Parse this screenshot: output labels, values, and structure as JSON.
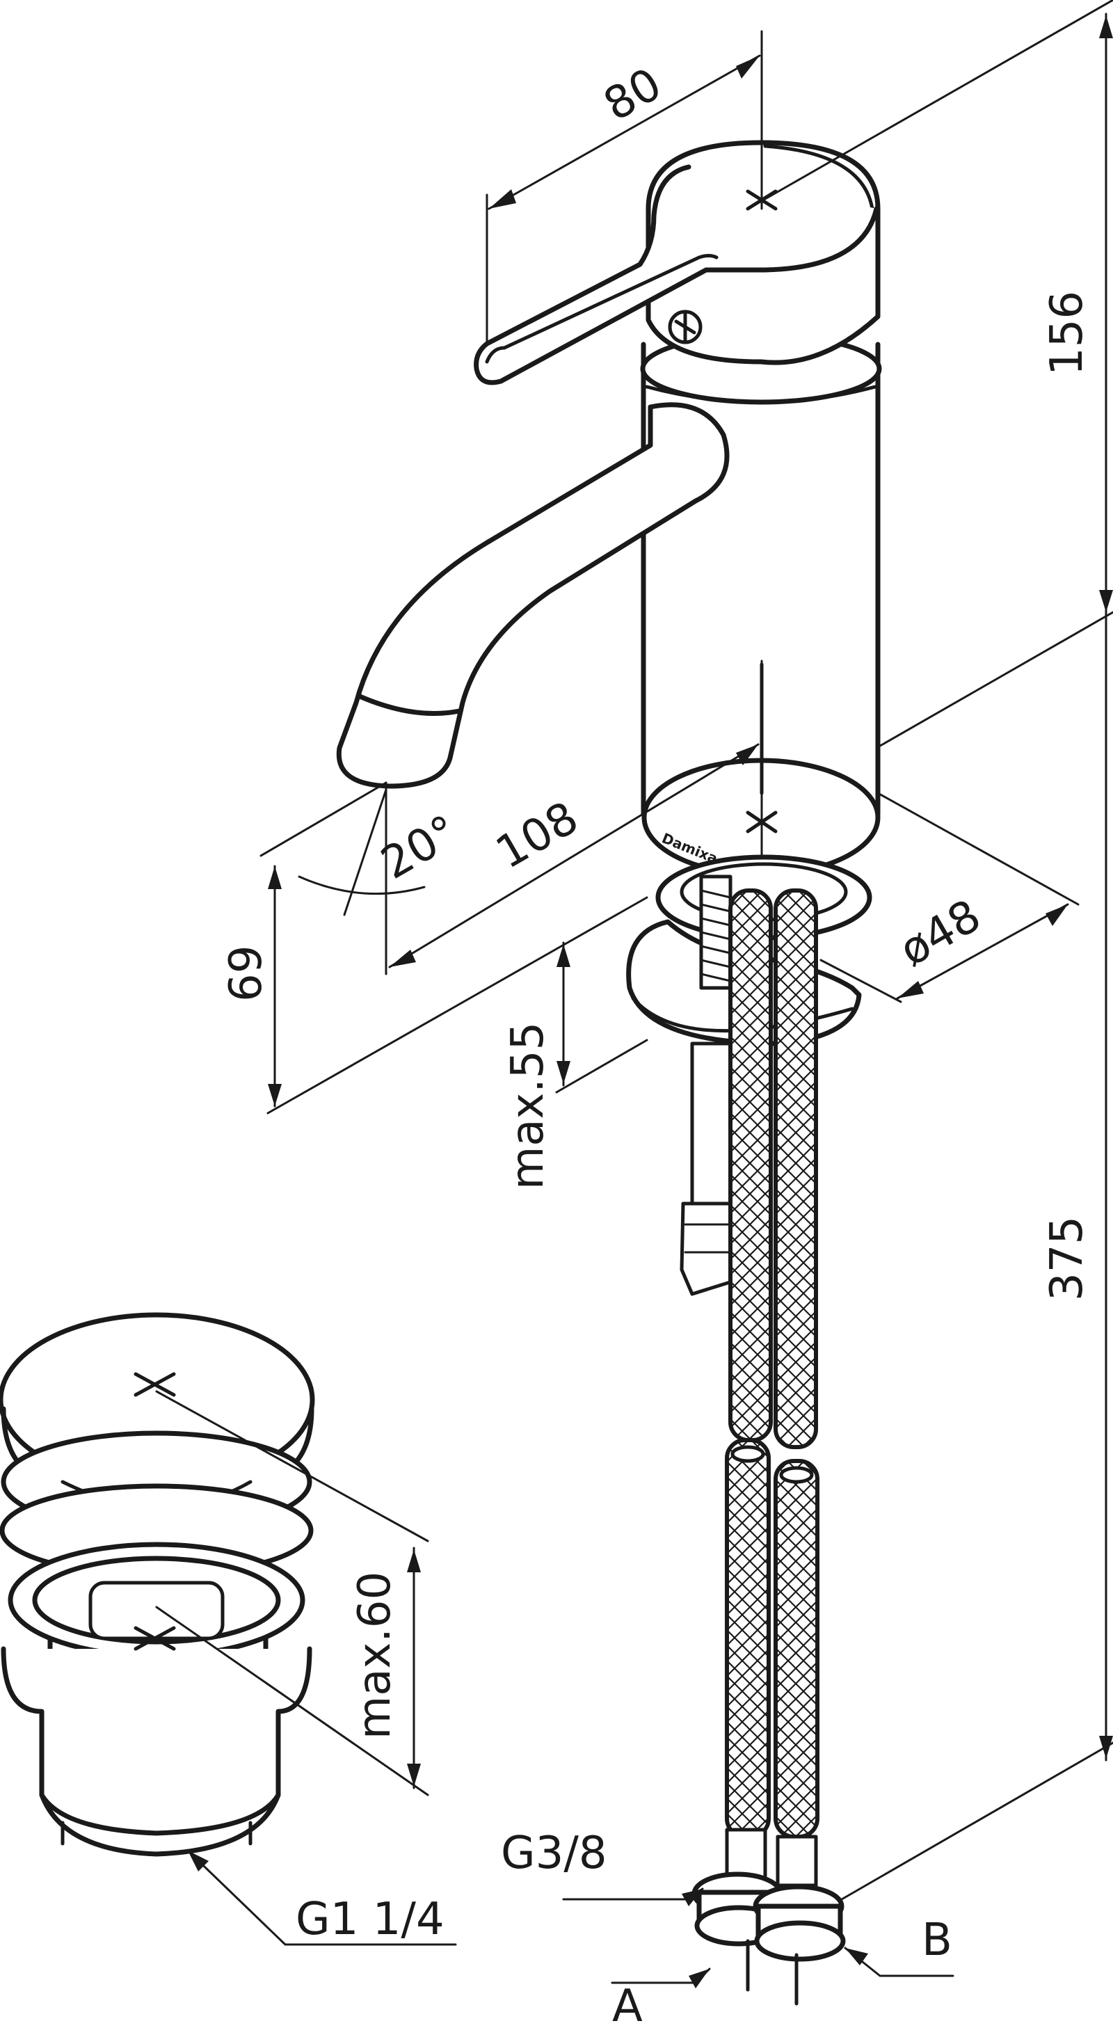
{
  "drawing": {
    "dimensions": {
      "handle_width": "80",
      "height_top": "156",
      "spout_angle": "20°",
      "spout_reach": "108",
      "spout_height": "69",
      "body_diameter": "ø48",
      "max_deck": "max.55",
      "height_total": "375",
      "waste_max": "max.60"
    },
    "labels": {
      "hose_thread": "G3/8",
      "waste_thread": "G1 1/4",
      "connection_a": "A",
      "connection_b": "B"
    }
  },
  "colors": {
    "line": "#1a1a1a",
    "background": "#ffffff"
  }
}
